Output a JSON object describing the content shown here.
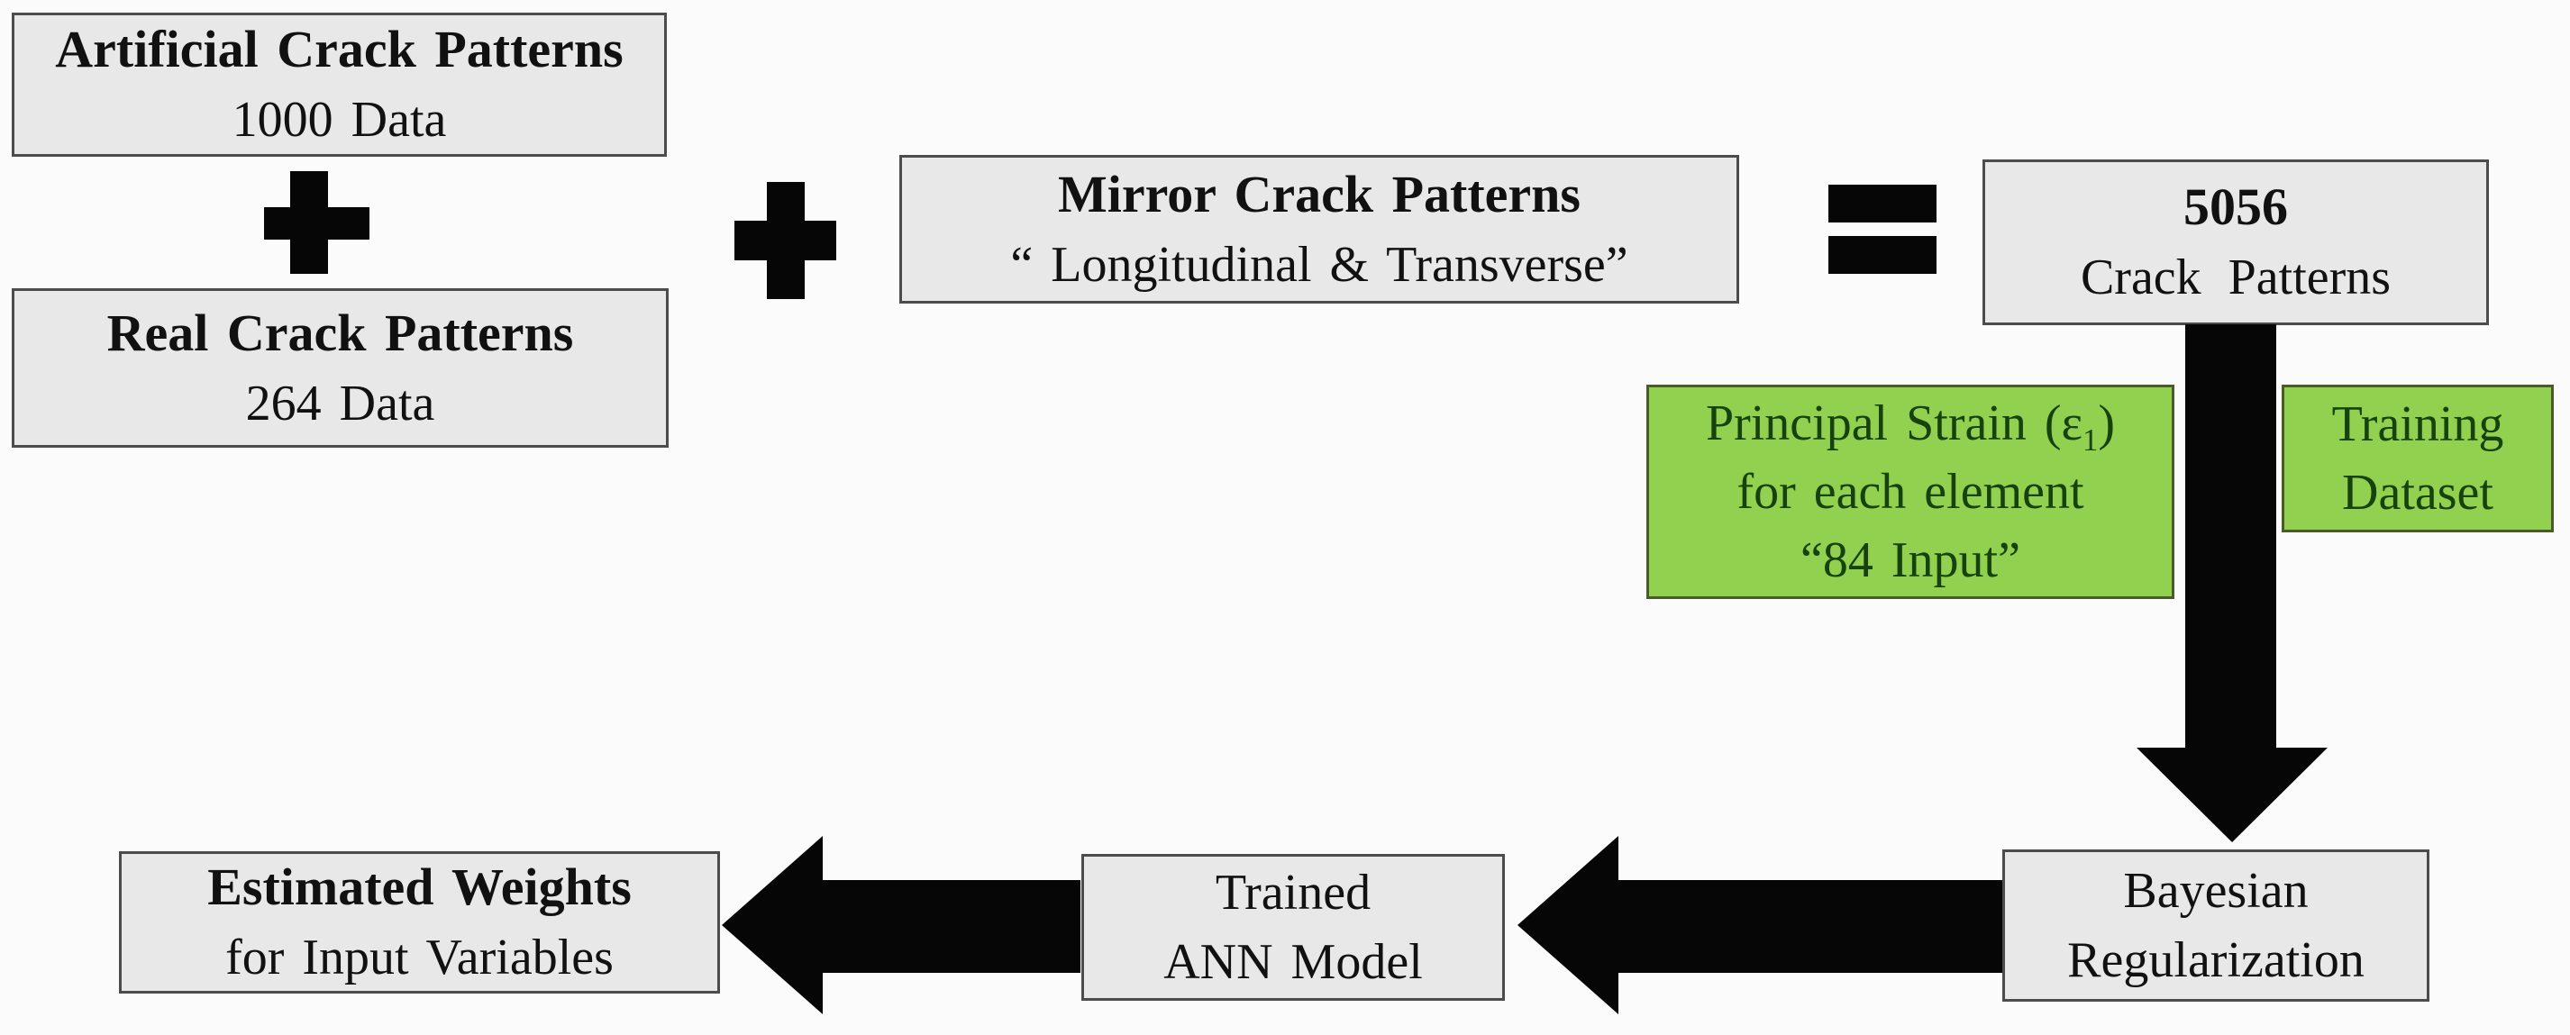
{
  "diagram": {
    "artificial": {
      "title": "Artificial Crack Patterns",
      "subtitle": "1000 Data"
    },
    "real": {
      "title": "Real Crack Patterns",
      "subtitle": "264 Data"
    },
    "mirror": {
      "title": "Mirror Crack Patterns",
      "subtitle": "“ Longitudinal & Transverse”"
    },
    "total": {
      "title": "5056",
      "subtitle": "Crack Patterns"
    },
    "principal_strain": {
      "line1_pre": "Principal Strain (ε",
      "line1_sub": "1",
      "line1_post": ")",
      "line2": "for each element",
      "line3": "“84 Input”"
    },
    "training_dataset": {
      "line1": "Training",
      "line2": "Dataset"
    },
    "estimated_weights": {
      "title": "Estimated Weights",
      "subtitle": "for Input Variables"
    },
    "trained_ann": {
      "line1": "Trained",
      "line2": "ANN Model"
    },
    "bayesian": {
      "line1": "Bayesian",
      "line2": "Regularization"
    }
  },
  "icons": {
    "plus_top_left": "plus-icon",
    "plus_middle": "plus-icon",
    "equals": "equals-icon",
    "arrow_down": "arrow-down-icon",
    "arrow_left_1": "arrow-left-icon",
    "arrow_left_2": "arrow-left-icon"
  },
  "colors": {
    "background": "#fbfbfb",
    "box_fill": "#e8e8e8",
    "box_border": "#4c4c4c",
    "box_text": "#111111",
    "green_fill": "#92d050",
    "green_border": "#4a5a28",
    "green_text": "#16420e",
    "shape_black": "#060606"
  }
}
